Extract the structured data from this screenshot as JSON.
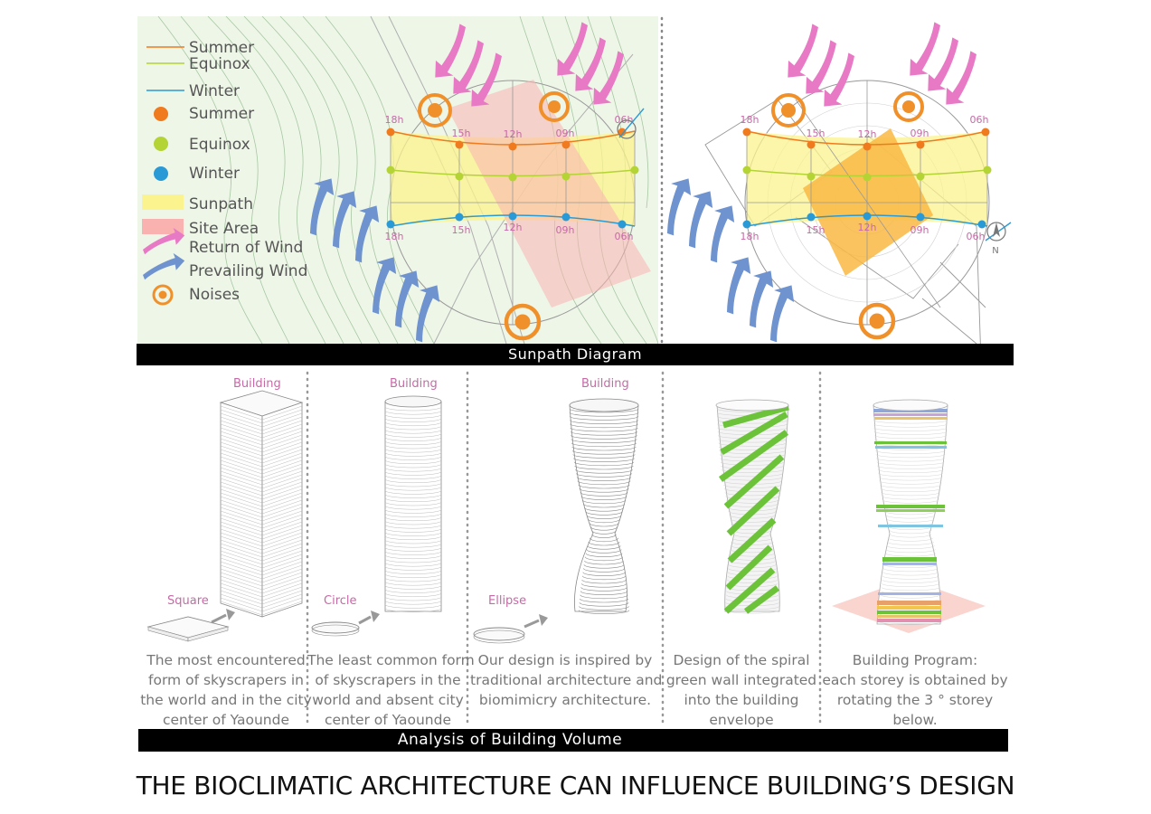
{
  "sunpath": {
    "legend": {
      "summer_line": "Summer",
      "equinox_line": "Equinox",
      "winter_line": "Winter",
      "summer_dot": "Summer",
      "equinox_dot": "Equinox",
      "winter_dot": "Winter",
      "sunpath": "Sunpath",
      "site_area": "Site Area",
      "return_wind": "Return of Wind",
      "prevailing_wind": "Prevailing Wind",
      "noises": "Noises"
    },
    "hours_top": [
      "18h",
      "15h",
      "12h",
      "09h",
      "06h"
    ],
    "hours_bottom": [
      "18h",
      "15h",
      "12h",
      "09h",
      "06h"
    ],
    "north": "N",
    "title": "Sunpath Diagram"
  },
  "volume": {
    "title": "Analysis of Building Volume",
    "labels": {
      "building1": "Building",
      "building2": "Building",
      "building3": "Building",
      "square": "Square",
      "circle": "Circle",
      "ellipse": "Ellipse"
    },
    "descriptions": [
      [
        "The most encountered",
        "form of skyscrapers in",
        "the world and in the city",
        "center of Yaounde"
      ],
      [
        "The least common form",
        "of skyscrapers in the",
        "world and absent city",
        "center of  Yaounde"
      ],
      [
        "Our design is inspired by",
        "traditional architecture and",
        "biomimicry architecture."
      ],
      [
        "Design of the spiral",
        "green wall integrated",
        "into the building",
        "envelope"
      ],
      [
        "Building Program:",
        "each storey is obtained by",
        "rotating the 3 ° storey",
        "below."
      ]
    ]
  },
  "headline": "THE BIOCLIMATIC ARCHITECTURE CAN INFLUENCE BUILDING’S DESIGN",
  "colors": {
    "summer": "#f07a1e",
    "equinox": "#b4d334",
    "winter": "#2a9ad6",
    "sunpath_fill": "#fbf38e",
    "site_fill": "#f9b2b0",
    "return_wind": "#e879c5",
    "prevailing_wind": "#6f93cf",
    "noise": "#f0902a",
    "label_pink": "#c66aa6",
    "green_wall": "#6cc33a"
  }
}
